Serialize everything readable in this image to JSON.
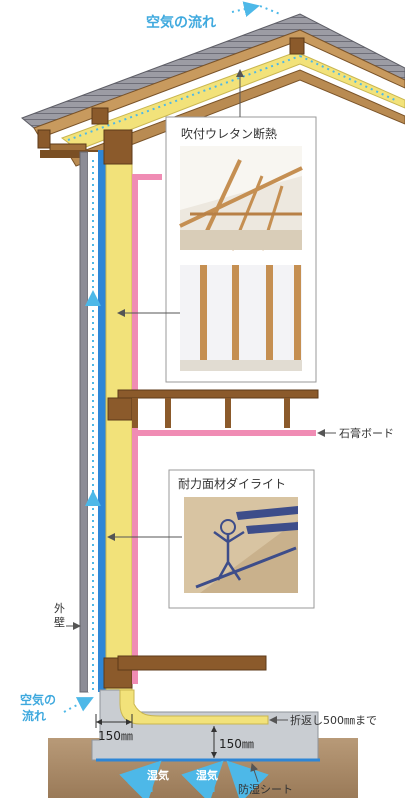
{
  "labels": {
    "air_flow_top": "空気の流れ",
    "urethane": "吹付ウレタン断熱",
    "gypsum": "石膏ボード",
    "dairite": "耐力面材ダイライト",
    "exterior_wall": "外壁",
    "air_flow_bottom_1": "空気の",
    "air_flow_bottom_2": "流れ",
    "dim_150_h": "150㎜",
    "dim_150_v": "150㎜",
    "fold_back": "折返し500㎜まで",
    "moisture_1": "湿気",
    "moisture_2": "湿気",
    "moisture_sheet": "防湿シート"
  },
  "colors": {
    "insulation_yellow": "#F2E27A",
    "wood_brown": "#8B5A2B",
    "gypsum_pink": "#F08CB4",
    "wall_blue": "#2E86D6",
    "air_flow_cyan": "#4DB8E8",
    "exterior_gray": "#8C8C96",
    "concrete_gray": "#C9CDD2",
    "ground_brown": "#A88865"
  }
}
